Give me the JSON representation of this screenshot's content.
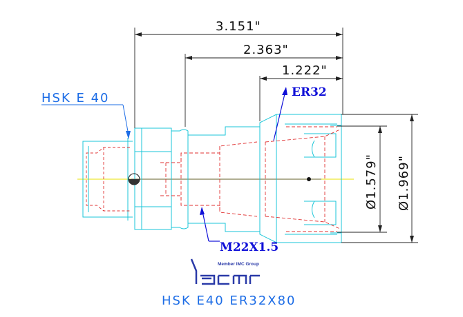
{
  "dimensions": {
    "overall_length": "3.151\"",
    "body_length": "2.363\"",
    "nut_length": "1.222\"",
    "inner_diameter": "Ø1.579\"",
    "outer_diameter": "Ø1.969\""
  },
  "labels": {
    "taper": "HSK E 40",
    "collet": "ER32",
    "thread": "M22X1.5",
    "part_number": "HSK E40 ER32X80"
  },
  "logo": {
    "tagline": "Member IMC Group",
    "brand": "iscar"
  },
  "colors": {
    "outline": "#19c6d8",
    "hidden": "#e03030",
    "centerline": "#e8e000",
    "dimension": "#222222",
    "callout": "#1010d8"
  }
}
